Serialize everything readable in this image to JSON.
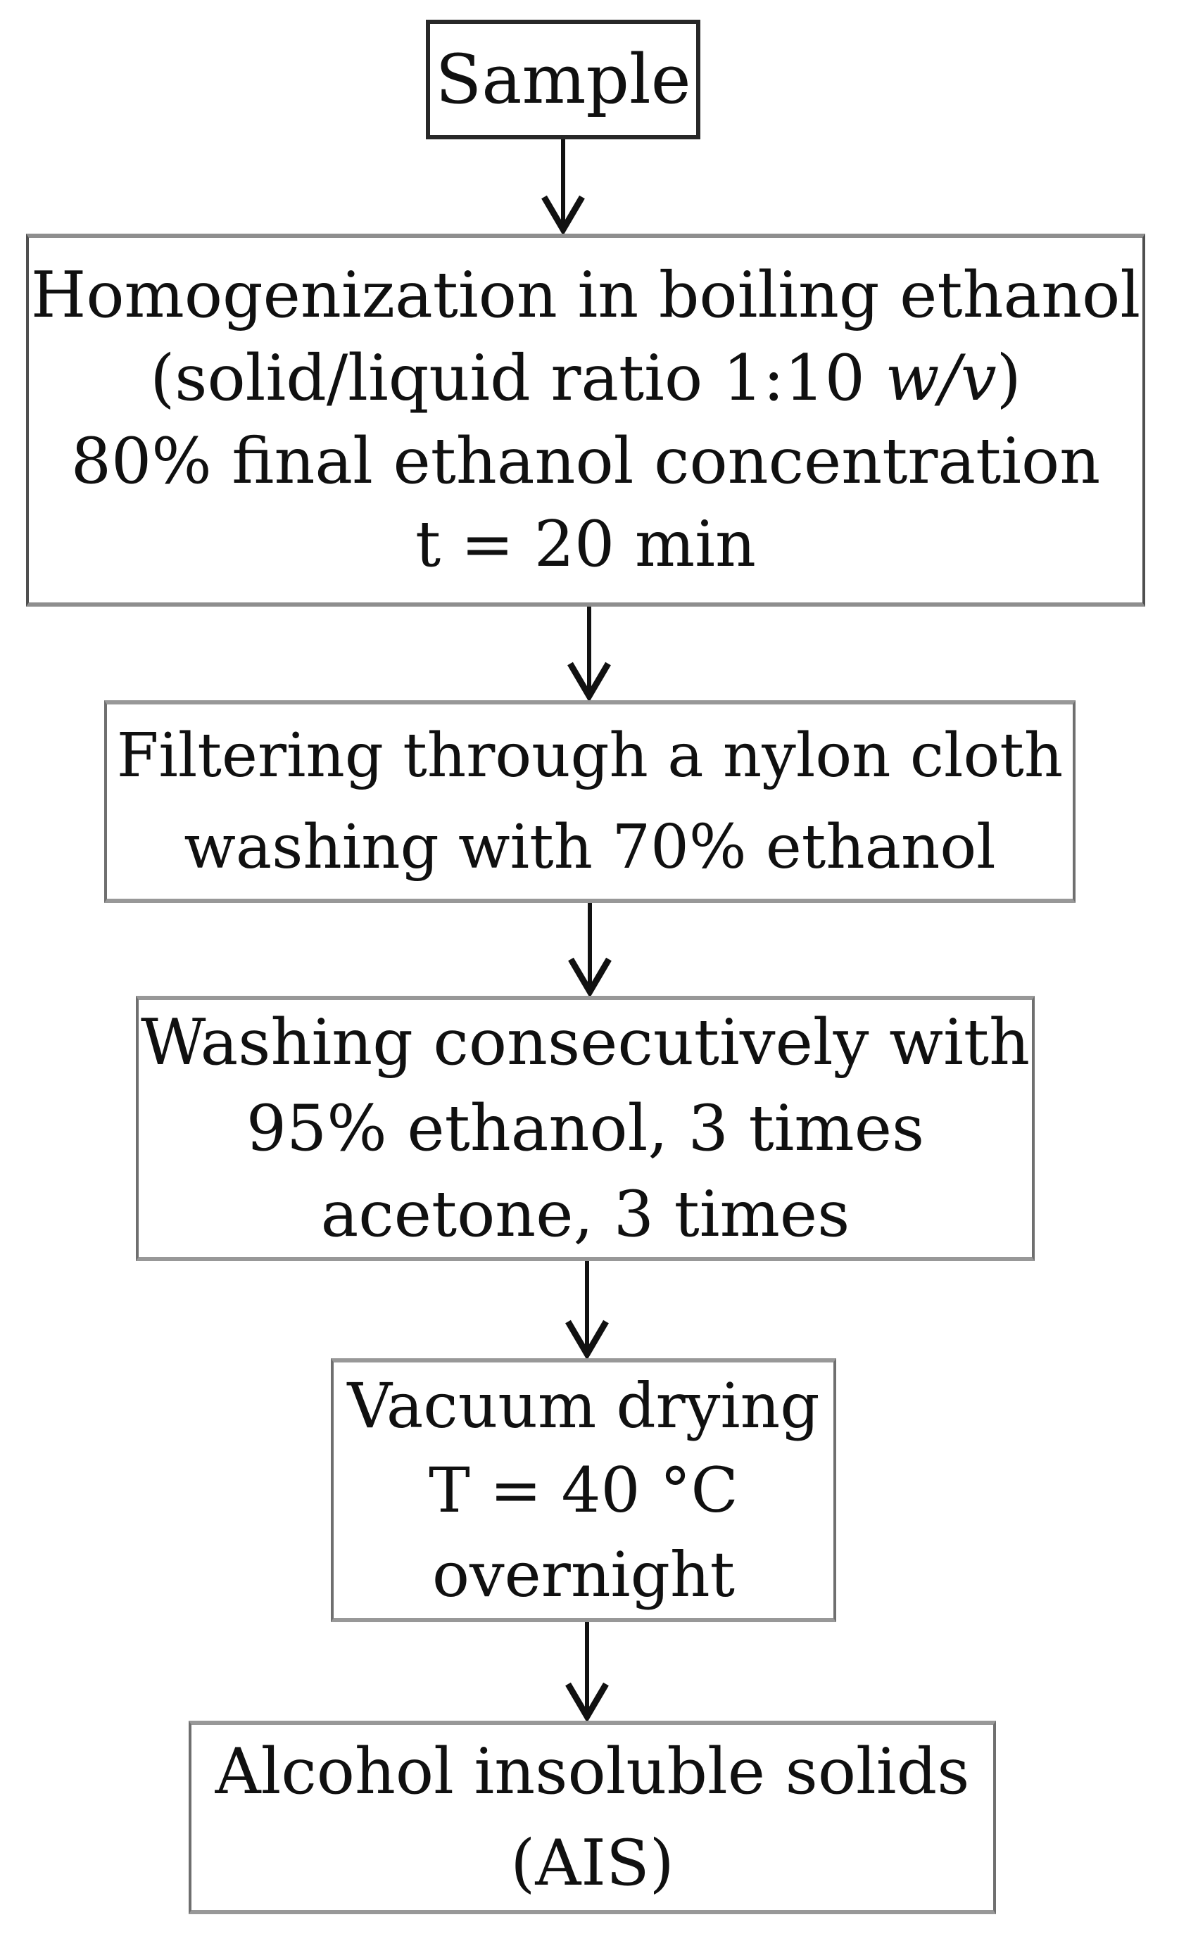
{
  "colors": {
    "background": "#ffffff",
    "text": "#101010",
    "arrow": "#111111",
    "border_dark": "#282828",
    "border_mid": "#4f4f4f",
    "border_gray": "#6f6f6f",
    "border_light": "#8e8e8e",
    "border_light2": "#989898"
  },
  "boxes": {
    "sample": {
      "label": "Sample"
    },
    "homogenization": {
      "line1": "Homogenization in boiling ethanol",
      "line2_prefix": "(solid/liquid ratio 1:10 ",
      "line2_italic": "w/v",
      "line2_suffix": ")",
      "line3": "80% final ethanol concentration",
      "line4": "t = 20 min"
    },
    "filtering": {
      "line1": "Filtering through a nylon cloth",
      "line2": "washing with 70% ethanol"
    },
    "washing": {
      "line1": "Washing consecutively with",
      "line2": "95% ethanol, 3 times",
      "line3": "acetone, 3 times"
    },
    "vacuum_drying": {
      "line1": "Vacuum drying",
      "line2": "T = 40 °C",
      "line3": "overnight"
    },
    "ais": {
      "line1": "Alcohol insoluble solids",
      "line2": "(AIS)"
    }
  }
}
